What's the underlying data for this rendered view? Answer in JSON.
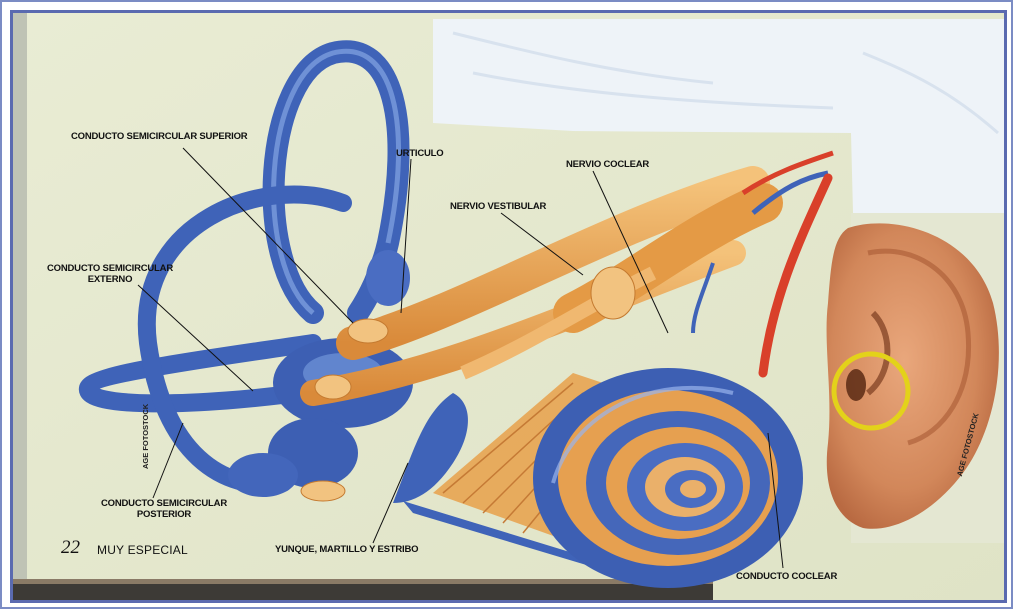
{
  "labels": {
    "superior": "CONDUCTO SEMICIRCULAR SUPERIOR",
    "utriculo": "URTICULO",
    "nervio_coclear": "NERVIO COCLEAR",
    "nervio_vestibular": "NERVIO VESTIBULAR",
    "externo_line1": "CONDUCTO SEMICIRCULAR",
    "externo_line2": "EXTERNO",
    "posterior_line1": "CONDUCTO SEMICIRCULAR",
    "posterior_line2": "POSTERIOR",
    "huesecillos": "YUNQUE, MARTILLO Y ESTRIBO",
    "coclear": "CONDUCTO COCLEAR"
  },
  "credits": {
    "left": "AGE FOTOSTOCK",
    "right": "AGE FOTOSTOCK"
  },
  "footer": {
    "page_number": "22",
    "publication": "MUY ESPECIAL"
  },
  "colors": {
    "paper": "#e6e9cf",
    "canal_blue": "#3f63b8",
    "nerve_orange": "#e8a04a",
    "ear_skin": "#d68a5e",
    "highlight_circle": "#e3d21a",
    "frame": "#5a6ab0"
  }
}
